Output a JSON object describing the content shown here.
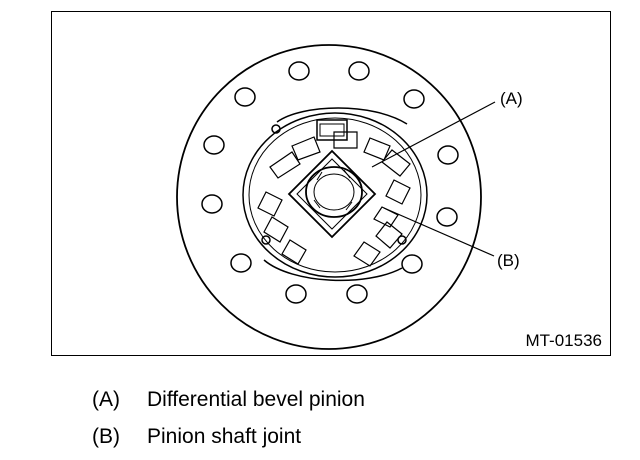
{
  "figure": {
    "callouts": [
      {
        "id": "A",
        "text": "(A)"
      },
      {
        "id": "B",
        "text": "(B)"
      }
    ],
    "code": "MT-01536"
  },
  "legend": [
    {
      "key": "(A)",
      "text": "Differential bevel pinion"
    },
    {
      "key": "(B)",
      "text": "Pinion shaft joint"
    }
  ]
}
